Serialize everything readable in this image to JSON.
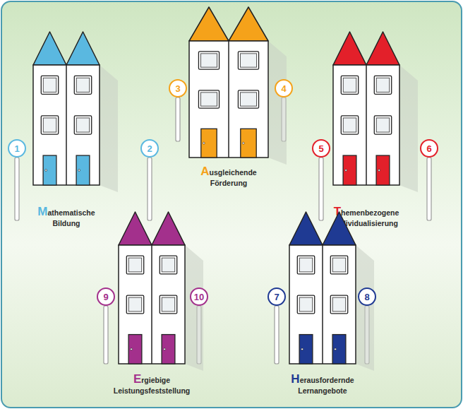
{
  "diagram": {
    "nodes": [
      {
        "text": [
          "Mathematische Bildung"
        ]
      },
      {
        "text": [
          "1"
        ]
      },
      {
        "text": [
          "2"
        ]
      },
      {
        "text": [
          "Ausgleichende Förderung"
        ]
      },
      {
        "text": [
          "3"
        ]
      },
      {
        "text": [
          "4"
        ]
      },
      {
        "text": [
          "Themenbezogene Individualisierung"
        ]
      },
      {
        "text": [
          "5"
        ]
      },
      {
        "text": [
          "6"
        ]
      },
      {
        "text": [
          "Ergiebige Leistungsfeststellung"
        ]
      },
      {
        "text": [
          "9"
        ]
      },
      {
        "text": [
          "10"
        ]
      },
      {
        "text": [
          "Herausfordernde Lernangebote"
        ]
      },
      {
        "text": [
          "7"
        ]
      },
      {
        "text": [
          "8"
        ]
      }
    ]
  }
}
